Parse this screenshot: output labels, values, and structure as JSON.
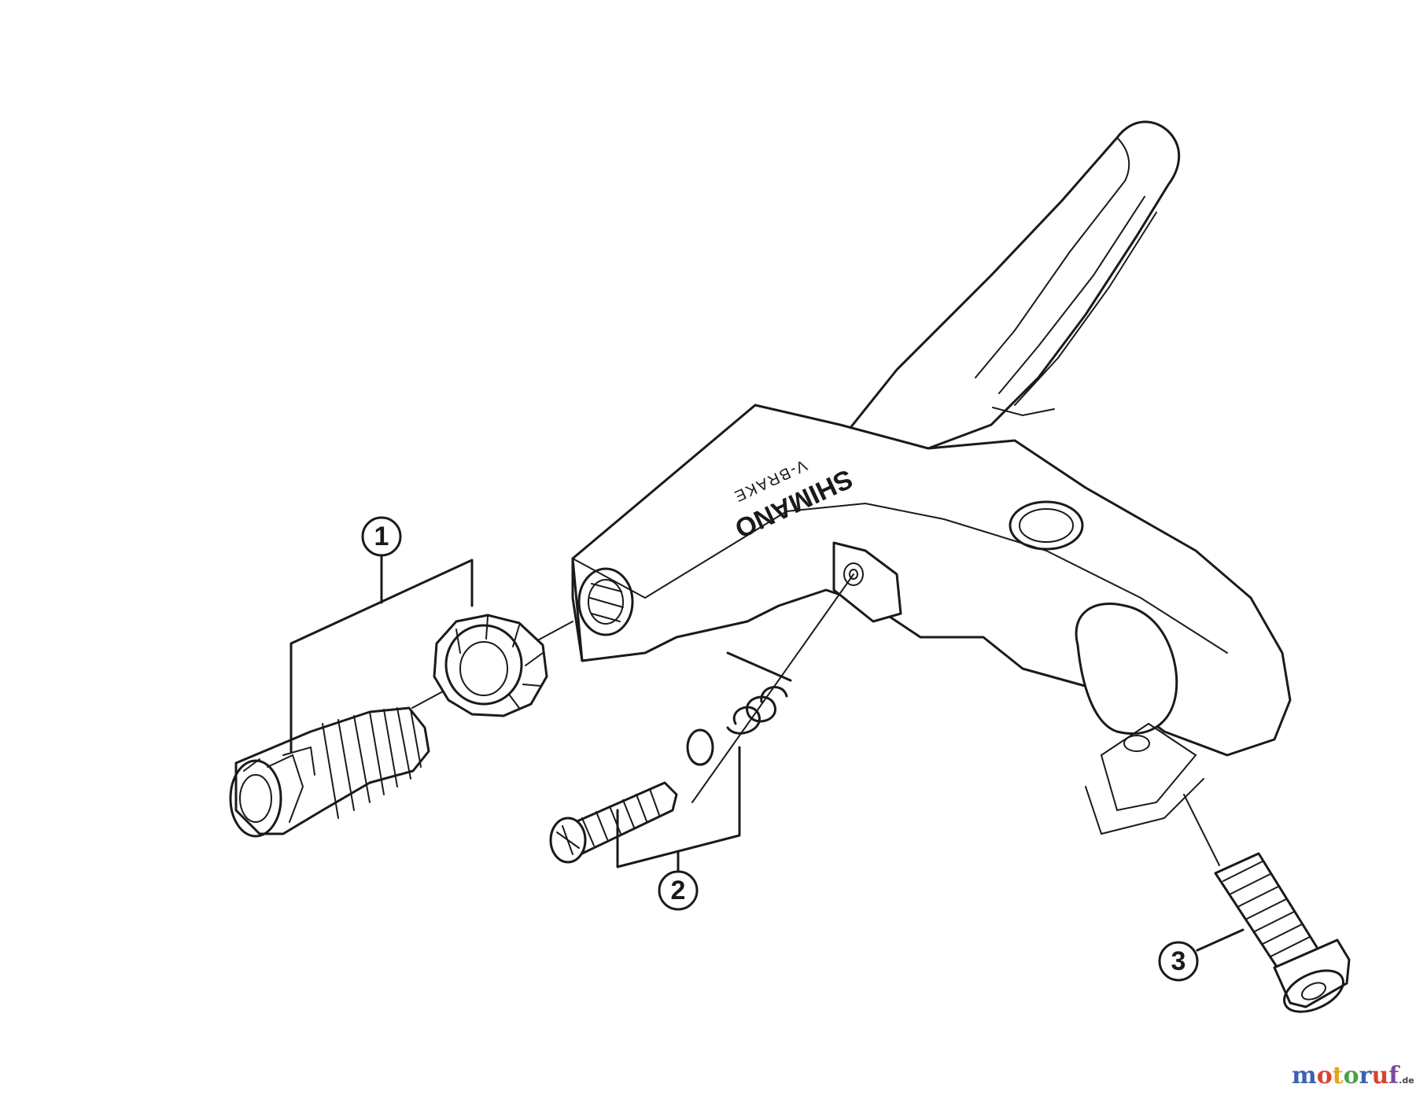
{
  "diagram": {
    "brand_text": "SHIMANO",
    "brand_subtext": "V-BRAKE",
    "callouts": [
      {
        "number": "1"
      },
      {
        "number": "2"
      },
      {
        "number": "3"
      }
    ]
  },
  "watermark": {
    "text": "motoruf",
    "tld": ".de",
    "colors": [
      "#3b62b0",
      "#d8432f",
      "#e6a21c",
      "#4aa347",
      "#3b62b0",
      "#d8432f",
      "#7a4aa0"
    ]
  }
}
